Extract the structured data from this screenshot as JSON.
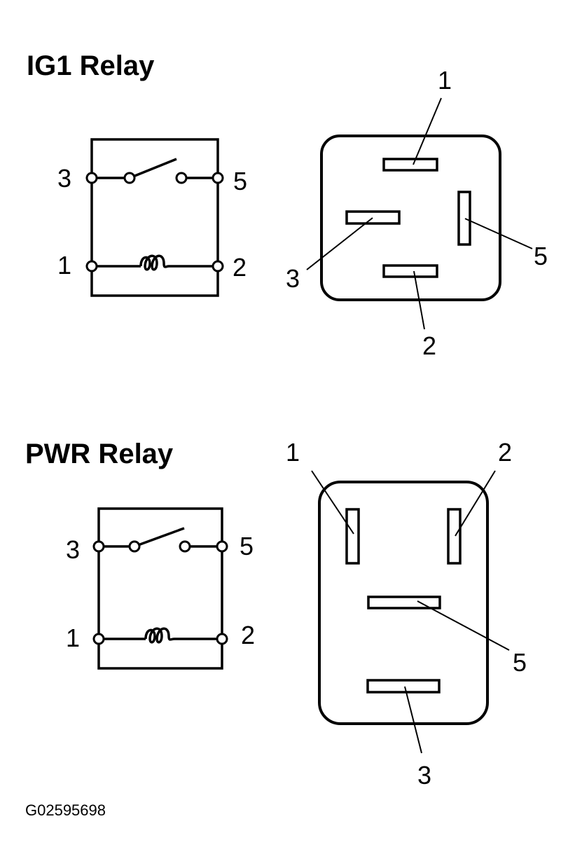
{
  "figure_code": "G02595698",
  "relays": [
    {
      "title": "IG1 Relay",
      "schematic_labels": {
        "switch_left": "3",
        "switch_right": "5",
        "coil_left": "1",
        "coil_right": "2"
      },
      "connector_labels": {
        "top": "1",
        "left": "3",
        "right": "5",
        "bottom": "2"
      }
    },
    {
      "title": "PWR Relay",
      "schematic_labels": {
        "switch_left": "3",
        "switch_right": "5",
        "coil_left": "1",
        "coil_right": "2"
      },
      "connector_labels": {
        "top_left": "1",
        "top_right": "2",
        "middle": "5",
        "bottom": "3"
      }
    }
  ]
}
